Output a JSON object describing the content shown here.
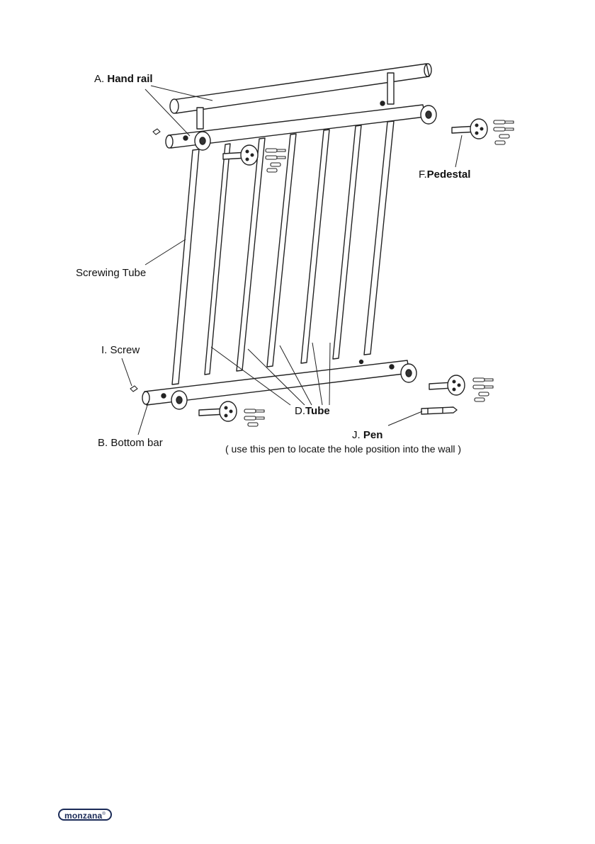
{
  "labels": {
    "hand_rail_prefix": "A.",
    "hand_rail": "Hand rail",
    "pedestal_prefix": "F.",
    "pedestal": "Pedestal",
    "screwing_tube": "Screwing Tube",
    "screw_prefix": "I.",
    "screw": "Screw",
    "tube_prefix": "D.",
    "tube": "Tube",
    "pen_prefix": "J.",
    "pen": "Pen",
    "pen_note": "( use this pen to locate the hole position into the wall )",
    "bottom_bar_prefix": "B.",
    "bottom_bar": "Bottom bar"
  },
  "brand": {
    "name": "monzana",
    "mark": "®",
    "color": "#1a2a57"
  }
}
